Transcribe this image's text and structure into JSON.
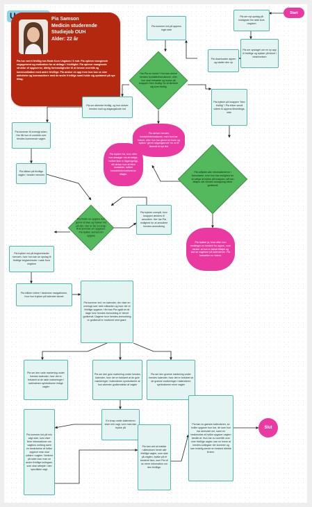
{
  "title": "User flow",
  "persona": {
    "name": "Pia Samson",
    "role": "Medicin studerende",
    "school": "Studiejob OUH",
    "age": "Alder: 22 år",
    "description": "Pia har været frivillig hos Røde Kors Ungdom i 6 mdr. Pia oplever manglende engagement og motivation for at deltage i frivilligtid. Pia oplever manglende struktur af opgaverne, dårlig formmuligheder til at bevare overblik og kommunikation med andre frivillige. Pia ønsker en app hvor hun kan se sine aktiviteter og kommunikere med de andre frivillige samt holde sig opdateret på nye tiltag."
  },
  "terminals": {
    "start": "Start",
    "end": "Slut"
  },
  "steps": {
    "s1": "Pia ser nyt opslag på instagram fra røde kors ungdom",
    "s2": "Pia kommer ind på appens login side",
    "s3": "Pia ser opslaget om en ny app til frivillige og trykker på linket i beskrivelsen",
    "s4": "Pia downloader appen og starter den op",
    "s5": "Pia ser allerede frivillig, og hun skriver hendes mail og adgangskode ind",
    "s6": "Pia trykker på knappen \"blev frivillig\" i Pia bliver sendt videre til appens tilmeldings-side.",
    "s7": "Pia kommer til oversigt siden. Her får hun et overblik over hendes kommende vagter.",
    "s8": "Pia klikker på frivillige vagter i header menuen",
    "s9": "Pia trykker ind på begivenheder menuen, hvor hun kan se opslag til frivillige begivenheder i røde Kors ungdom",
    "s10": "Pia trykker ovenpå, hvor knappen ændres til annullere. Her har Pia mulighed for at annullere hendes anmodning",
    "s11": "Pia klikker videre i fastomne navigationen, hvor hun trykker på kalender ikonet",
    "s12": "Pia kommer ind i en kalender, der viser en oversigt over hele måneden og hvor der er frivillige opgaver. Her kan Pia også se de dage hvor hendes anmodning er blevet godkendt. Dagene hvor hendes anmodning er godkendt er markeret med grønt.",
    "s13": "Pia ser den røde markering under hendes kalender, hvor det er forklaret at de røde markeringer i kalenderen symboliserer ledige vagter",
    "s14": "Pia ser den gule markering under hendes kalender, hvor der er forklaret at de gule markeringer i kalenderen symboliserer at hun afventer godkendelse af vagter",
    "s15": "Pia ser den grønne markering under hendes kalender, hvor det er forklaret at de grønne markeringer i kalenderen symboliserer mine vagter",
    "s16": "Pia kommer ind på min vagt side, som viser flere informationer om vagtens omfang samt en beskrivelse af hvilke opgaver man skal udføre i vagten. Nederst på siden kan man se andre frivillige kollegaer, som skal arbejde i den specifikke vagt.",
    "s17": "En knap under kalenderen viser min vagt, som man kan trykke på",
    "s18": "Pia kan ved at trække rulleboksen hente alle frivillige vagter, som skal på vagten, trykke på et bestemt ikon, som Pia vil se mere information om den frivillige.",
    "s19": "Pia kan nu ganske kalenderen, se hvilke opgaver hun har, de som hun har anmodet om, samt en beskrivelse af hvilke opgaver vagten består af. Hun har nu overblik over sine frivillige vagter, kan se hvem af hendes kollegaer der kommer og kan endelig sende en besked direkte til dem."
  },
  "decisions": {
    "d1": "Har Pia en konto? Hun kan skrive hendes kontaktinformationer, eller hun skal fortsætte og trykke på knappen 'blev frivillig' for at tilmelde sig som frivillig",
    "d2": "Pia udfylder alle informationerne i formularen, hvor hun har mulighed for at vælge at trykke på knappen, så hun tilføjes når hendes ansøgning bliver godkendt",
    "d3": "Pia finder en opgave hun gerne vil lave og trykker ind på den. Her er der en knap til at anmode om opgaven. Pia trykker anmod om opgave"
  },
  "notes": {
    "n1": "Pia skriver hendes kontaktinformationer, men hun har forkert, eller hun har glemt sin kode og trykker 'glemt adgangskode' for at få tilsendt et nyt link",
    "n2": "Pia trykker fra, hvor efter hun ansøger om at vælge, hvilket ikke er tilgængeligt, så skriver hun at blive kontaktet, hvilket kontaktinformationerne tilføjet.",
    "n3": "Pia trykker ja, hvor efter hun modtager en besked fra appen, som skriver at hun er blevet tilføjet og kan se vagterne på kalenderen. Pia fortsætter nu videre."
  }
}
